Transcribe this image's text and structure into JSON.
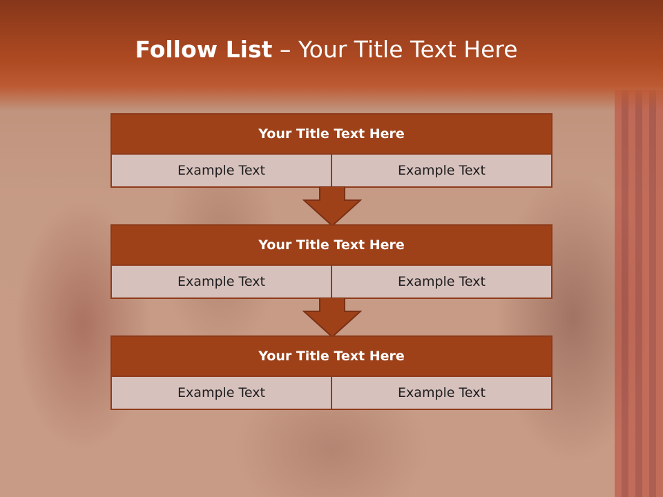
{
  "slide": {
    "title_bold": "Follow List",
    "title_rest": " – Your Title Text Here"
  },
  "blocks": [
    {
      "title": "Your Title Text Here",
      "cells": [
        "Example Text",
        "Example Text"
      ]
    },
    {
      "title": "Your Title Text Here",
      "cells": [
        "Example Text",
        "Example Text"
      ]
    },
    {
      "title": "Your Title Text Here",
      "cells": [
        "Example Text",
        "Example Text"
      ]
    }
  ],
  "colors": {
    "header": "#ae4a22",
    "block_title": "#9e4119",
    "cell": "#d7c1bd",
    "border": "#8e3a1a"
  }
}
